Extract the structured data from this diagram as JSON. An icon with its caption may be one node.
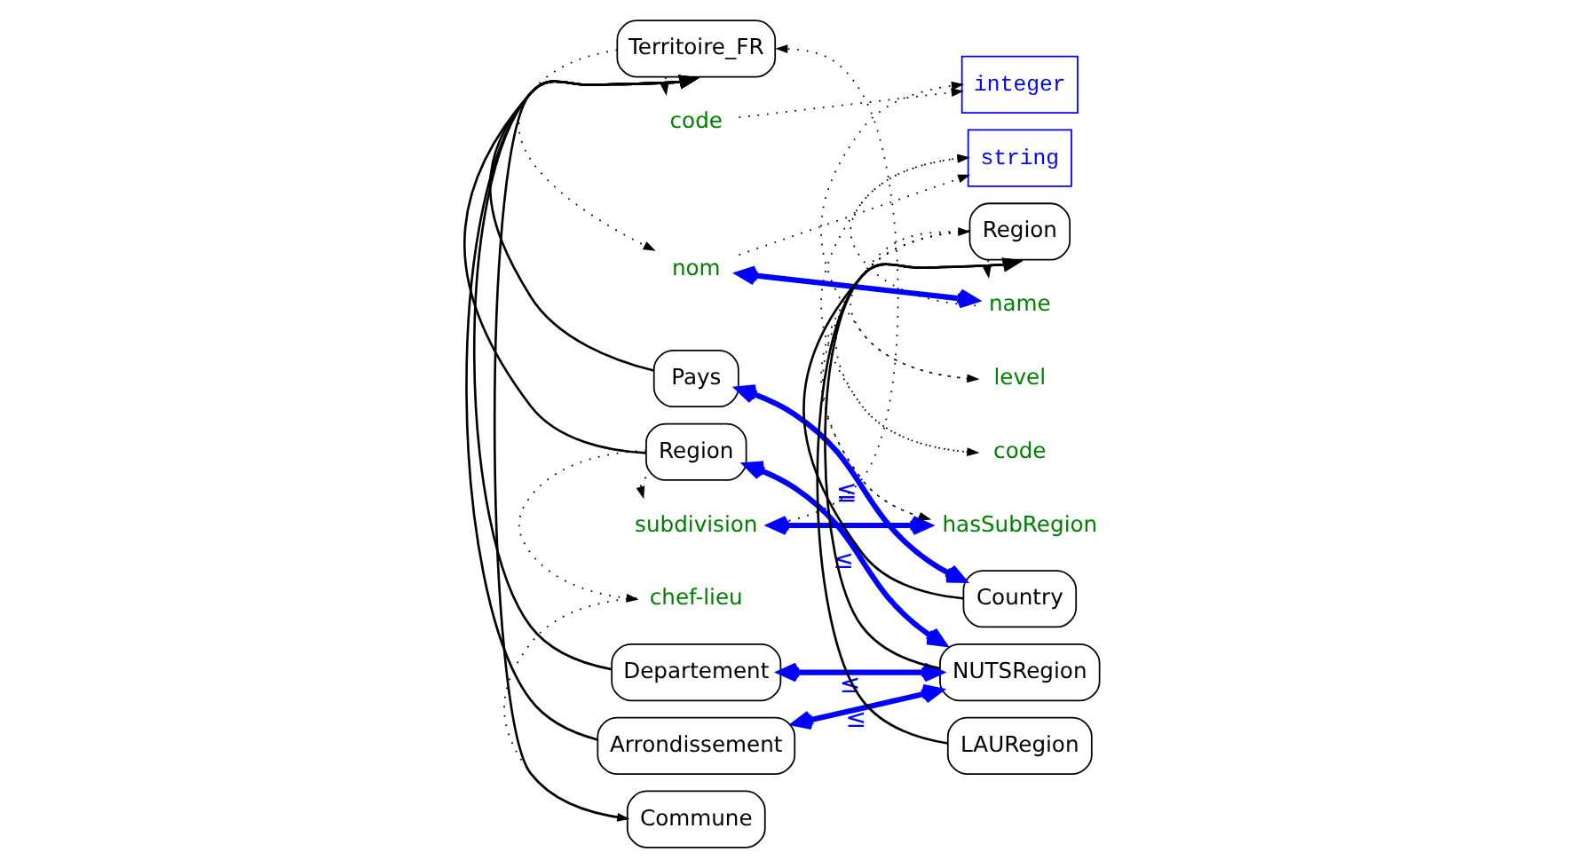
{
  "diagram": {
    "nodes": [
      {
        "text": [
          "Territoire_FR"
        ]
      },
      {
        "text": [
          "code"
        ]
      },
      {
        "text": [
          "nom"
        ]
      },
      {
        "text": [
          "Pays"
        ]
      },
      {
        "text": [
          "Region"
        ]
      },
      {
        "text": [
          "subdivision"
        ]
      },
      {
        "text": [
          "chef-lieu"
        ]
      },
      {
        "text": [
          "Departement"
        ]
      },
      {
        "text": [
          "Arrondissement"
        ]
      },
      {
        "text": [
          "Commune"
        ]
      },
      {
        "text": [
          "integer"
        ]
      },
      {
        "text": [
          "string"
        ]
      },
      {
        "text": [
          "Region"
        ]
      },
      {
        "text": [
          "name"
        ]
      },
      {
        "text": [
          "level"
        ]
      },
      {
        "text": [
          "code"
        ]
      },
      {
        "text": [
          "hasSubRegion"
        ]
      },
      {
        "text": [
          "Country"
        ]
      },
      {
        "text": [
          "NUTSRegion"
        ]
      },
      {
        "text": [
          "LAURegion"
        ]
      }
    ],
    "edges": [
      {
        "from": 3,
        "to": 0,
        "arrow": "to"
      },
      {
        "from": 4,
        "to": 0,
        "arrow": "to"
      },
      {
        "from": 7,
        "to": 0,
        "arrow": "to"
      },
      {
        "from": 8,
        "to": 0,
        "arrow": "to"
      },
      {
        "from": 9,
        "to": 0,
        "arrow": "to"
      },
      {
        "from": 0,
        "to": 1,
        "arrow": "to",
        "style": "dashed"
      },
      {
        "from": 0,
        "to": 2,
        "arrow": "to",
        "style": "dashed"
      },
      {
        "from": 4,
        "to": 5,
        "arrow": "to",
        "style": "dashed"
      },
      {
        "from": 4,
        "to": 6,
        "arrow": "to",
        "style": "dashed"
      },
      {
        "from": 1,
        "to": 10,
        "arrow": "to",
        "style": "dashed"
      },
      {
        "from": 2,
        "to": 11,
        "arrow": "to",
        "style": "dashed"
      },
      {
        "from": 5,
        "to": 0,
        "arrow": "to",
        "style": "dashed"
      },
      {
        "from": 6,
        "to": 9,
        "arrow": "to",
        "style": "dashed"
      },
      {
        "from": 19,
        "to": 12,
        "arrow": "to"
      },
      {
        "from": 18,
        "to": 12,
        "arrow": "to"
      },
      {
        "from": 17,
        "to": 12,
        "arrow": "to"
      },
      {
        "from": 12,
        "to": 13,
        "arrow": "to",
        "style": "dashed"
      },
      {
        "from": 12,
        "to": 14,
        "arrow": "to",
        "style": "dashed"
      },
      {
        "from": 12,
        "to": 15,
        "arrow": "to",
        "style": "dashed"
      },
      {
        "from": 12,
        "to": 16,
        "arrow": "to",
        "style": "dashed"
      },
      {
        "from": 13,
        "to": 11,
        "arrow": "to",
        "style": "dashed"
      },
      {
        "from": 14,
        "to": 10,
        "arrow": "to",
        "style": "dashed"
      },
      {
        "from": 15,
        "to": 11,
        "arrow": "to",
        "style": "dashed"
      },
      {
        "from": 16,
        "to": 12,
        "arrow": "to",
        "style": "dashed"
      },
      {
        "from": 2,
        "to": 13,
        "arrow": "both",
        "style": "thick",
        "color": "#0000ff"
      },
      {
        "from": 3,
        "to": 17,
        "arrow": "both",
        "style": "thick",
        "color": "#0000ff",
        "label": "≦"
      },
      {
        "from": 4,
        "to": 18,
        "arrow": "both",
        "style": "thick",
        "color": "#0000ff",
        "label": "≤"
      },
      {
        "from": 5,
        "to": 16,
        "arrow": "both",
        "style": "thick",
        "color": "#0000ff"
      },
      {
        "from": 7,
        "to": 18,
        "arrow": "both",
        "style": "thick",
        "color": "#0000ff",
        "label": "≤"
      },
      {
        "from": 8,
        "to": 18,
        "arrow": "both",
        "style": "thick",
        "color": "#0000ff",
        "label": "≤"
      }
    ]
  }
}
